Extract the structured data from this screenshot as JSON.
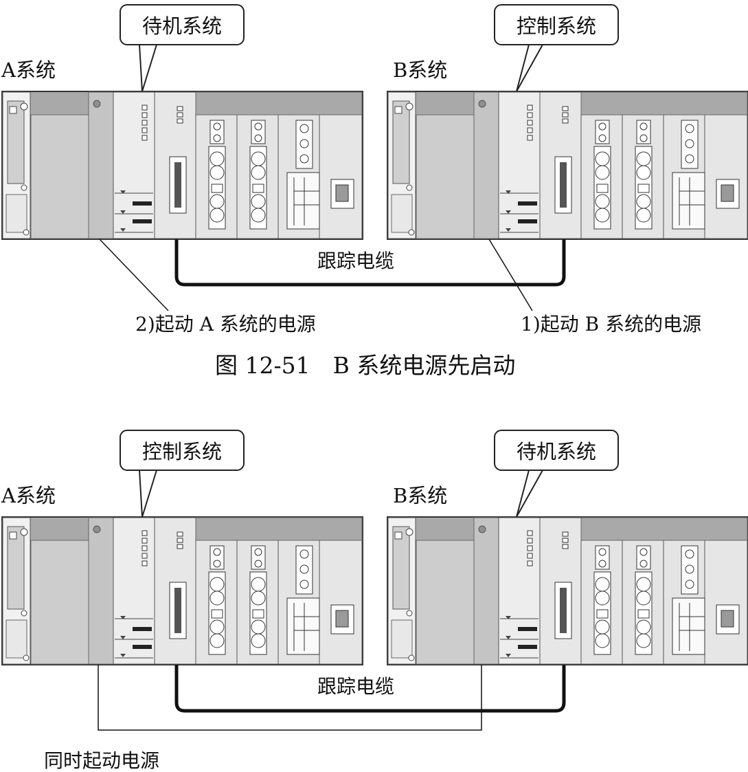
{
  "figure1": {
    "system_a_label": "A系统",
    "system_b_label": "B系统",
    "callout_a": "待机系统",
    "callout_b": "控制系统",
    "cable_label": "跟踪电缆",
    "note_a": "2)起动 A 系统的电源",
    "note_b": "1)起动 B 系统的电源",
    "caption": "图 12-51　B 系统电源先启动"
  },
  "figure2": {
    "system_a_label": "A系统",
    "system_b_label": "B系统",
    "callout_a": "控制系统",
    "callout_b": "待机系统",
    "cable_label": "跟踪电缆",
    "note": "同时起动电源"
  }
}
